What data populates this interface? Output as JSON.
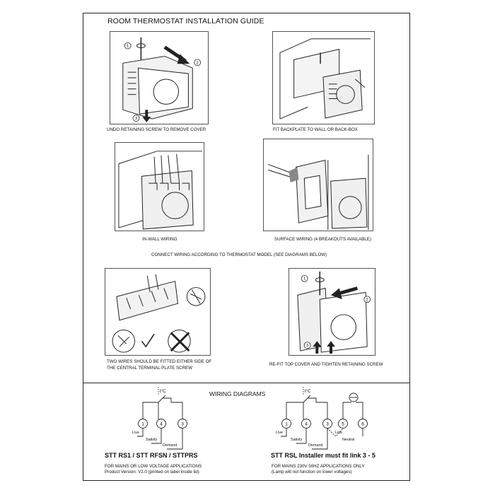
{
  "title": "ROOM THERMOSTAT INSTALLATION GUIDE",
  "steps": [
    {
      "caption": "UNDO RETAINING SCREW TO REMOVE COVER",
      "markers": [
        "1",
        "2",
        "3"
      ]
    },
    {
      "caption": "FIT BACKPLATE TO WALL OR BACK-BOX"
    },
    {
      "caption": "IN-WALL WIRING"
    },
    {
      "caption": "SURFACE WIRING (4 BREAKOUTS AVAILABLE)"
    },
    {
      "caption_line1": "TWO WIRES SHOULD BE FITTED EITHER SIDE OF",
      "caption_line2": "THE CENTRAL TERMINAL PLATE SCREW"
    },
    {
      "caption": "RE-FIT TOP COVER AND TIGHTEN RETAINING SCREW",
      "markers": [
        "1",
        "2",
        "3"
      ]
    }
  ],
  "connect_note": "CONNECT WIRING ACCORDING TO THERMOSTAT MODEL (SEE DIAGRAMS BELOW)",
  "wiring": {
    "heading": "WIRING DIAGRAMS",
    "left": {
      "terminals": [
        "1",
        "4",
        "3"
      ],
      "switch_label": "t°C",
      "labels": [
        "Live",
        "Satisfy",
        "Demand"
      ],
      "model": "STT RS1  /  STT RFSN  /  STTPRS",
      "note_line1": "FOR MAINS OR LOW VOLTAGE APPLICATIONS",
      "note_line2": "Product Version: V2.0 (printed on label inside lid)"
    },
    "right": {
      "terminals": [
        "1",
        "4",
        "3",
        "5",
        "6"
      ],
      "switch_label": "t°C",
      "labels": [
        "Live",
        "Satisfy",
        "Demand",
        "Link",
        "Neutral"
      ],
      "model": "STT RSL   Installer must fit link 3 - 5",
      "note_line1": "FOR MAINS 230V 50Hz APPLICATIONS ONLY",
      "note_line2": "(Lamp will not function on lower voltages)"
    }
  }
}
